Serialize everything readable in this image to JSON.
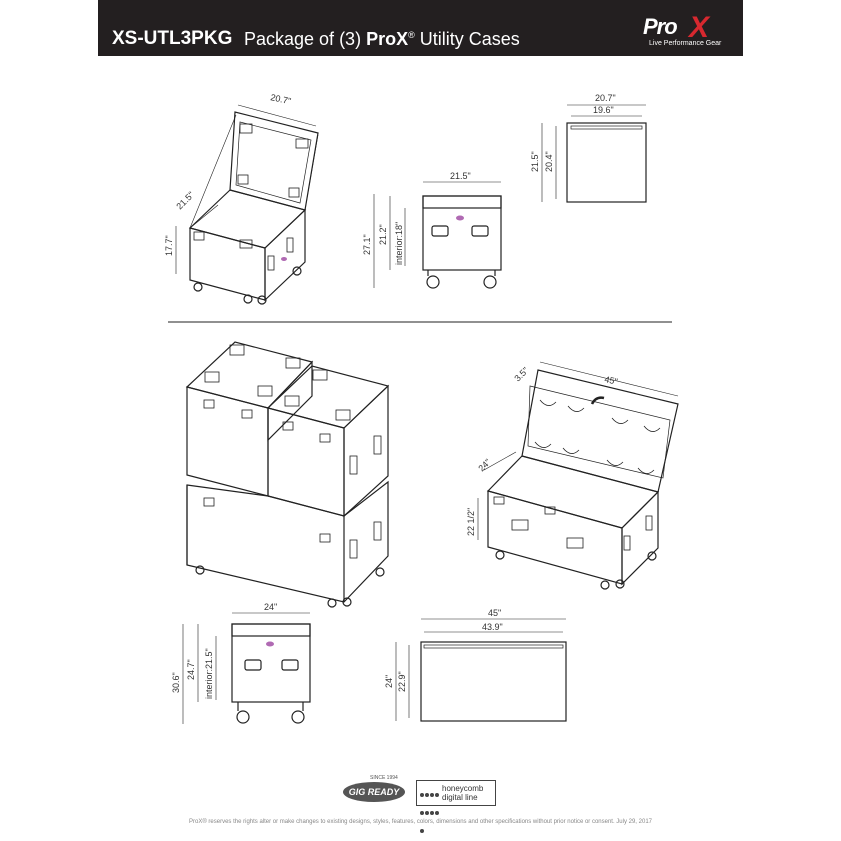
{
  "header": {
    "model": "XS-UTL3PKG",
    "desc_prefix": "Package of (3)",
    "desc_brand": "ProX",
    "desc_reg": "®",
    "desc_suffix": "Utility Cases",
    "logo_pro": "Pro",
    "logo_x": "X",
    "logo_tagline": "Live Performance Gear"
  },
  "dimensions": {
    "small_case_iso": {
      "top_width": "20.7\"",
      "lid_depth": "21.5\"",
      "height": "17.7\""
    },
    "small_case_front": {
      "width": "21.5\"",
      "total_height": "27.1\"",
      "body_height": "21.2\"",
      "interior": "interior:18\""
    },
    "small_case_top": {
      "outer_width": "20.7\"",
      "inner_width": "19.6\"",
      "outer_depth": "21.5\"",
      "inner_depth": "20.4\""
    },
    "large_case_iso": {
      "lid_thickness": "3.5\"",
      "length": "45\"",
      "depth": "24\"",
      "height": "22 1/2\""
    },
    "large_case_front": {
      "width": "24\"",
      "total_height": "30.6\"",
      "body_height": "24.7\"",
      "interior": "interior:21.5\""
    },
    "large_case_top": {
      "outer_width": "45\"",
      "inner_width": "43.9\"",
      "outer_depth": "24\"",
      "inner_depth": "22.9\""
    }
  },
  "footer": {
    "gig_ready": "GIG READY",
    "gig_since": "SINCE 1994",
    "honeycomb_line1": "honeycomb",
    "honeycomb_line2": "digital line",
    "disclaimer": "ProX® reserves the rights alter or make changes to existing designs, styles, features, colors, dimensions and other specifications without prior notice or consent. July 29, 2017"
  }
}
